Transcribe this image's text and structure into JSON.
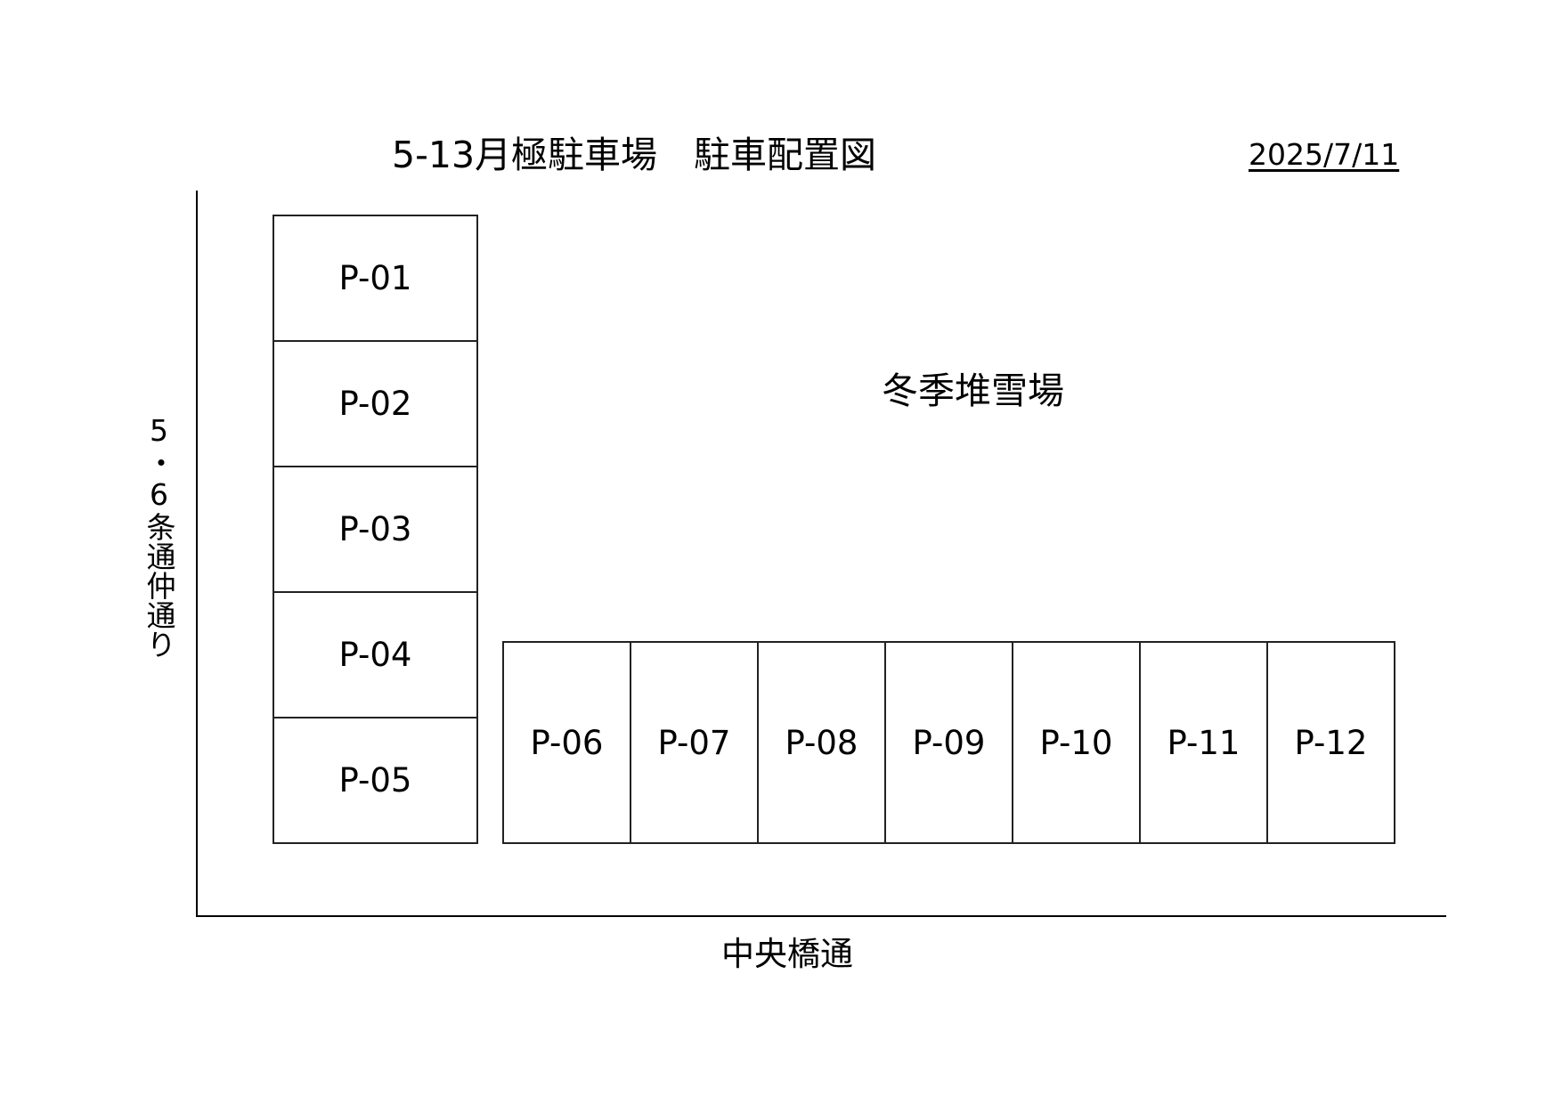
{
  "title": "5-13月極駐車場　駐車配置図",
  "date": "2025/7/11",
  "labels": {
    "left_road": "5・6条通仲通り",
    "bottom_road": "中央橋通",
    "snow_area": "冬季堆雪場"
  },
  "parking_spaces": [
    {
      "id": "P-01"
    },
    {
      "id": "P-02"
    },
    {
      "id": "P-03"
    },
    {
      "id": "P-04"
    },
    {
      "id": "P-05"
    },
    {
      "id": "P-06"
    },
    {
      "id": "P-07"
    },
    {
      "id": "P-08"
    },
    {
      "id": "P-09"
    },
    {
      "id": "P-10"
    },
    {
      "id": "P-11"
    },
    {
      "id": "P-12"
    }
  ]
}
